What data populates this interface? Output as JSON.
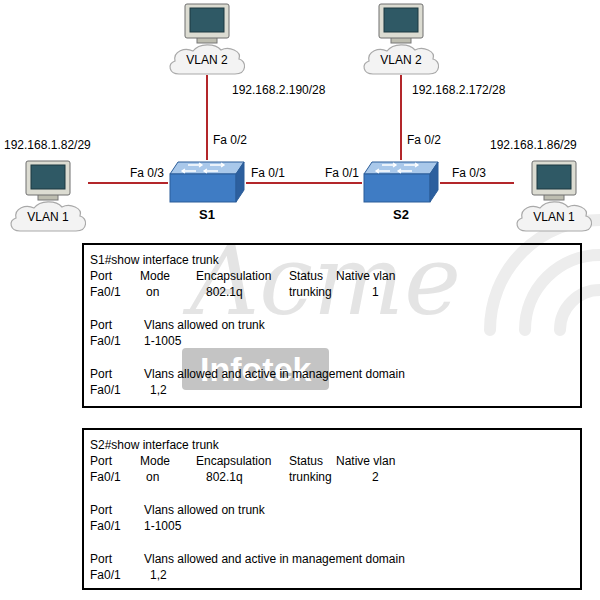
{
  "diagram": {
    "nodes": [
      {
        "text": [
          "VLAN 2"
        ]
      },
      {
        "text": [
          "VLAN 2"
        ]
      },
      {
        "text": [
          "VLAN 1"
        ]
      },
      {
        "text": [
          "S1"
        ]
      },
      {
        "text": [
          "S2"
        ]
      },
      {
        "text": [
          "VLAN 1"
        ]
      },
      {
        "text": [
          "S1#show interface trunk",
          "Port",
          "Mode",
          "Encapsulation",
          "Status",
          "Native vlan",
          "Fa0/1",
          "on",
          "802.1q",
          "trunking",
          "1",
          "Port",
          "Vlans allowed on trunk",
          "Fa0/1",
          "1-1005",
          "Port",
          "Vlans allowed and active in management domain",
          "Fa0/1",
          "1,2"
        ]
      },
      {
        "text": [
          "S2#show interface trunk",
          "Port",
          "Mode",
          "Encapsulation",
          "Status",
          "Native vlan",
          "Fa0/1",
          "on",
          "802.1q",
          "trunking",
          "2",
          "Port",
          "Vlans allowed on trunk",
          "Fa0/1",
          "1-1005",
          "Port",
          "Vlans allowed and active in management domain",
          "Fa0/1",
          "1,2"
        ]
      }
    ],
    "edges": [
      {
        "from": 0,
        "to": 3,
        "arrow": "none"
      },
      {
        "from": 1,
        "to": 4,
        "arrow": "none"
      },
      {
        "from": 2,
        "to": 3,
        "arrow": "none"
      },
      {
        "from": 3,
        "to": 4,
        "arrow": "none"
      },
      {
        "from": 4,
        "to": 5,
        "arrow": "none"
      }
    ],
    "labels": [
      "192.168.2.190/28",
      "192.168.2.172/28",
      "192.168.1.82/29",
      "Fa 0/2",
      "Fa 0/2",
      "Fa 0/3",
      "Fa 0/1",
      "Fa 0/1",
      "Fa 0/3",
      "192.168.1.86/29",
      "Acme",
      "Infotek"
    ]
  }
}
